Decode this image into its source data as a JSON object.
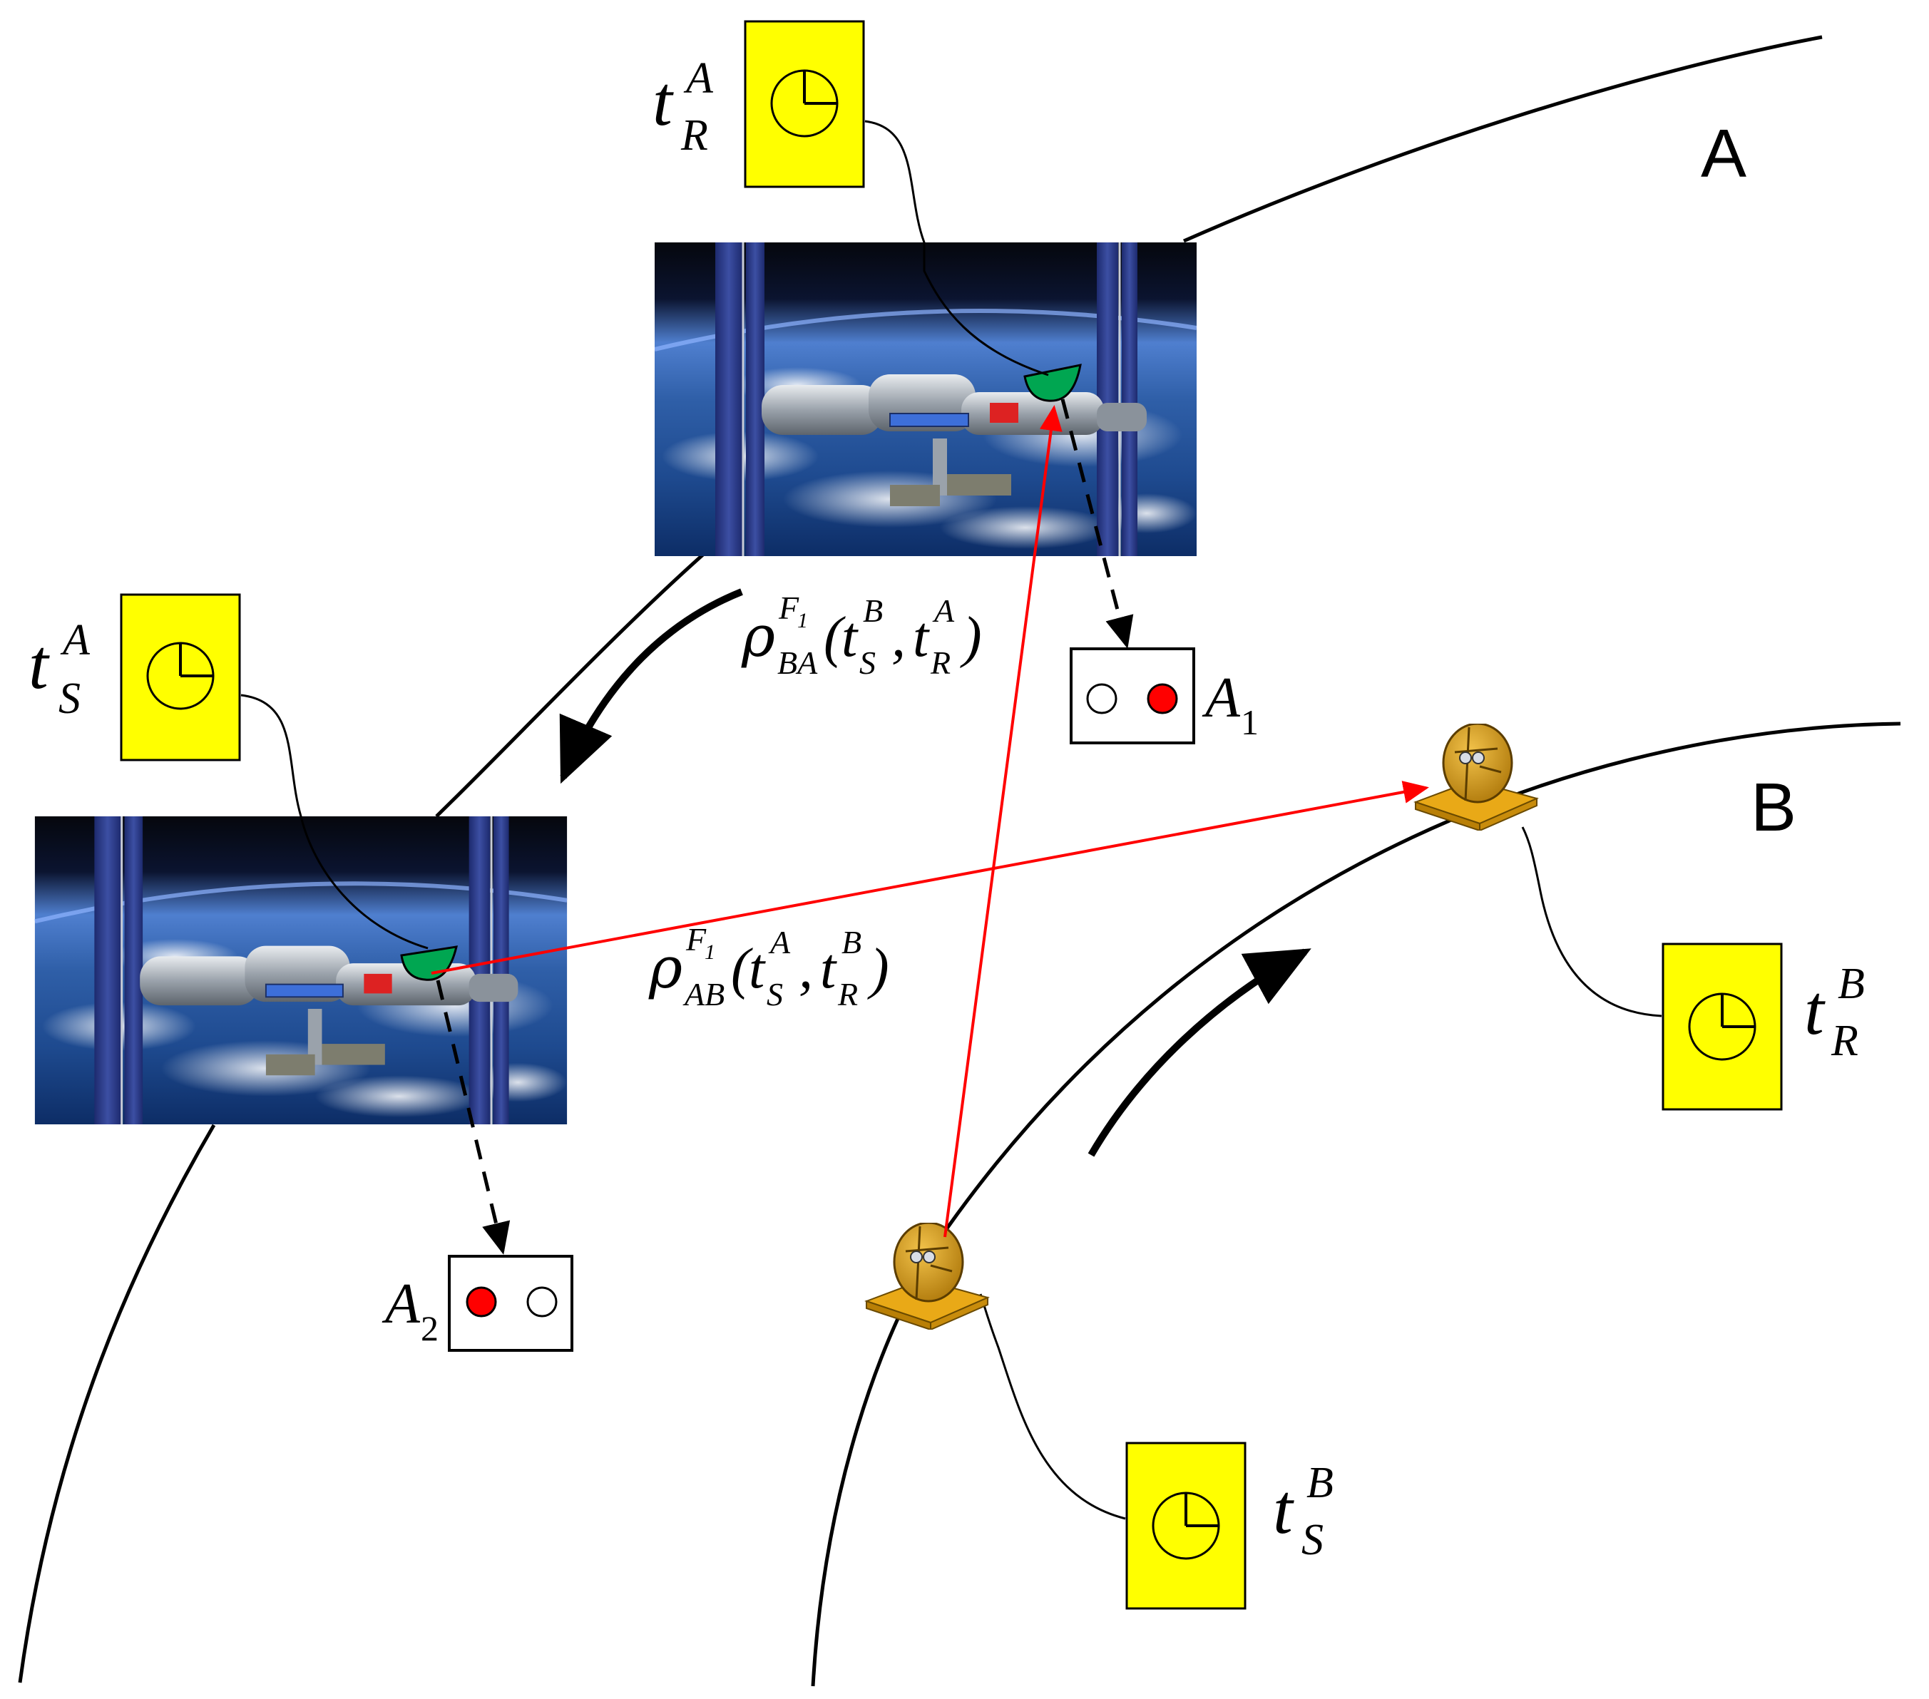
{
  "colors": {
    "clock_fill": "#ffff00",
    "signal_line": "#ff0000",
    "antenna_green": "#00a651",
    "ground_antenna": "#d9a21b",
    "space_dark": "#05070d",
    "earth_blue": "#2f5fa8"
  },
  "orbits": {
    "A": {
      "label": "A"
    },
    "B": {
      "label": "B"
    }
  },
  "clocks": {
    "tRA": {
      "t": "t",
      "sup": "A",
      "sub": "R",
      "icon": "clock-icon"
    },
    "tSA": {
      "t": "t",
      "sup": "A",
      "sub": "S",
      "icon": "clock-icon"
    },
    "tRB": {
      "t": "t",
      "sup": "B",
      "sub": "R",
      "icon": "clock-icon"
    },
    "tSB": {
      "t": "t",
      "sup": "B",
      "sub": "S",
      "icon": "clock-icon"
    }
  },
  "devices": {
    "A1": {
      "name": "A",
      "sub": "1"
    },
    "A2": {
      "name": "A",
      "sub": "2"
    }
  },
  "ranging": {
    "BA": {
      "rho": "ρ",
      "sup": "F",
      "supsub": "1",
      "sub": "BA",
      "open": "(",
      "t1": "t",
      "t1sub": "S",
      "t1sup": "B",
      "comma": ",",
      "t2": "t",
      "t2sub": "R",
      "t2sup": "A",
      "close": ")"
    },
    "AB": {
      "rho": "ρ",
      "sup": "F",
      "supsub": "1",
      "sub": "AB",
      "open": "(",
      "t1": "t",
      "t1sub": "S",
      "t1sup": "A",
      "comma": ",",
      "t2": "t",
      "t2sub": "R",
      "t2sup": "B",
      "close": ")"
    }
  },
  "icons": {
    "space_station": "space-station-icon",
    "ground_antenna": "ground-antenna-icon",
    "dish": "dish-antenna-icon"
  }
}
